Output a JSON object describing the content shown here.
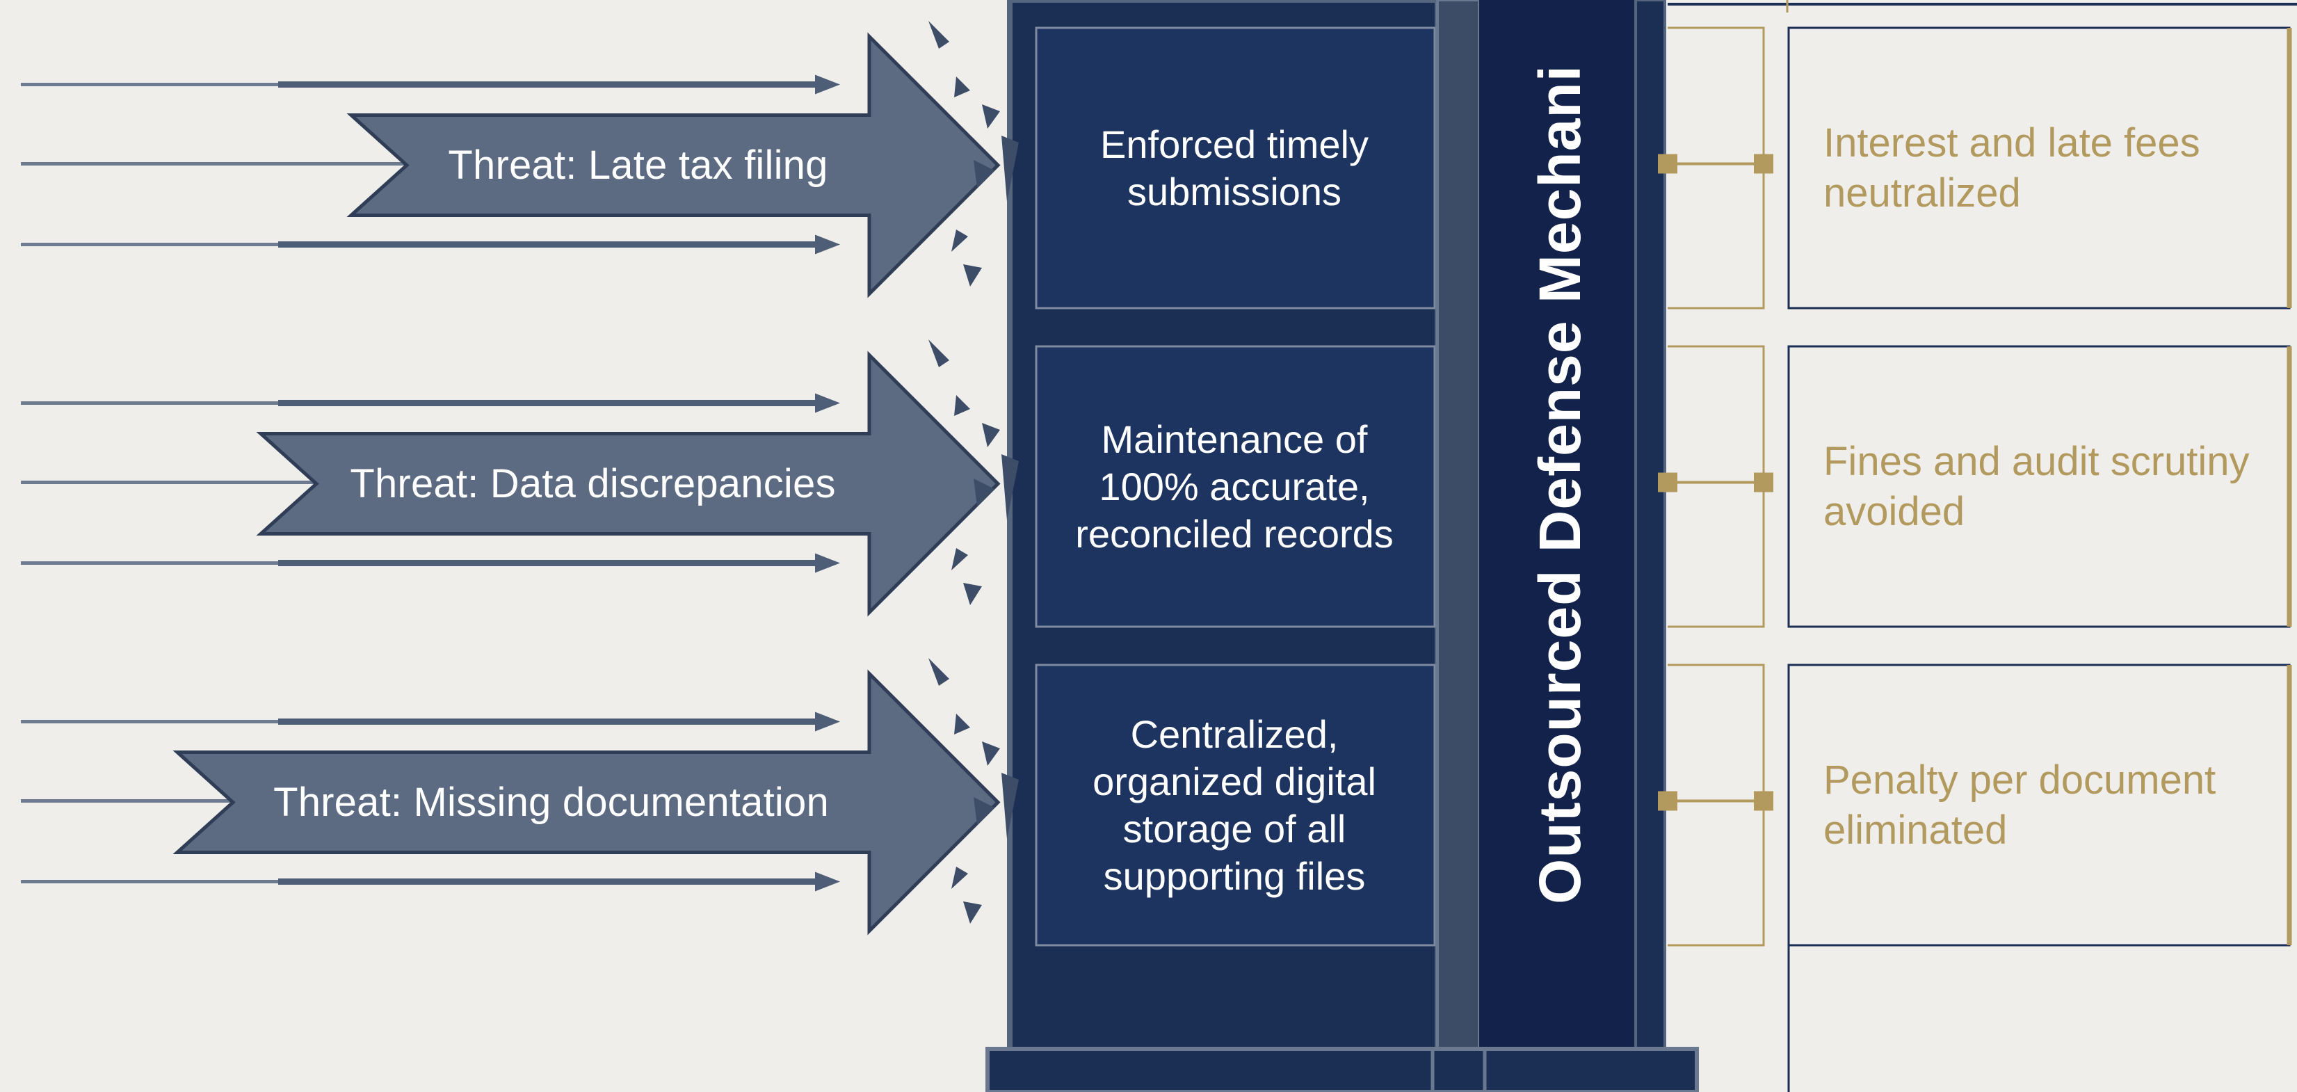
{
  "pillar": {
    "title": "Outsourced Defense Mechani"
  },
  "rows": [
    {
      "threat": "Threat: Late tax filing",
      "defense": "Enforced timely submissions",
      "outcome": "Interest and late fees neutralized"
    },
    {
      "threat": "Threat: Data discrepancies",
      "defense": "Maintenance of 100% accurate, reconciled records",
      "outcome": "Fines and audit scrutiny avoided"
    },
    {
      "threat": "Threat: Missing documentation",
      "defense": "Centralized, organized digital storage of all supporting files",
      "outcome": "Penalty per document eliminated"
    }
  ],
  "colors": {
    "background": "#efeeea",
    "navy": "#1b2f55",
    "threat_arrow": "#5c6b82",
    "gold": "#b29a5f"
  }
}
